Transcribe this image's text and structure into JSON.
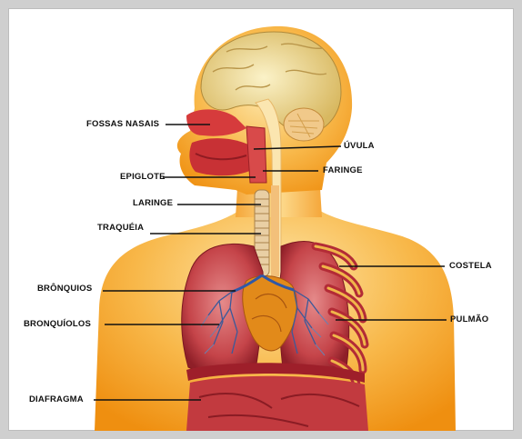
{
  "labels": {
    "fossas_nasais": "FOSSAS NASAIS",
    "uvula": "ÚVULA",
    "epiglote": "EPIGLOTE",
    "faringe": "FARINGE",
    "laringe": "LARINGE",
    "traqueia": "TRAQUÉIA",
    "costela": "COSTELA",
    "bronquios": "BRÔNQUIOS",
    "bronquiolos": "BRONQUÍOLOS",
    "pulmao": "PULMÃO",
    "diafragma": "DIAFRAGMA"
  },
  "colors": {
    "skin": "#f7a21e",
    "lung": "#c9454a",
    "brain": "#f2e3a0",
    "frame": "#cfcfcf"
  }
}
